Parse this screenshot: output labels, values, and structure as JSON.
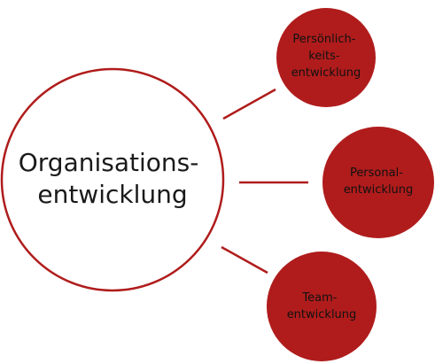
{
  "colors": {
    "accent": "#b01c1c",
    "center_fill": "#ffffff",
    "text": "#1a1a1a"
  },
  "center": {
    "lines": [
      "Organisations-",
      "entwicklung"
    ]
  },
  "satellites": [
    {
      "lines": [
        "Persönlich-",
        "keits-",
        "entwicklung"
      ]
    },
    {
      "lines": [
        "Personal-",
        "entwicklung"
      ]
    },
    {
      "lines": [
        "Team-",
        "entwicklung"
      ]
    }
  ]
}
